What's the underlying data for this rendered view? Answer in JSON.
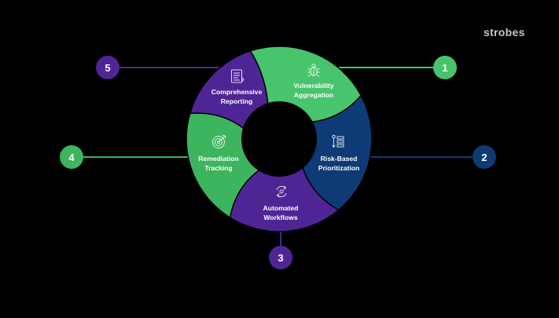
{
  "brand": {
    "logo_text": "strobes"
  },
  "colors": {
    "background": "#000000",
    "green": "#3db45e",
    "light_green": "#48c46d",
    "purple": "#4f2596",
    "navy": "#0e3a76"
  },
  "segments": [
    {
      "number": "1",
      "line1": "Vulnerability",
      "line2": "Aggregation",
      "icon": "bug-icon",
      "color": "#48c46d"
    },
    {
      "number": "2",
      "line1": "Risk-Based",
      "line2": "Prioritization",
      "icon": "priority-list-icon",
      "color": "#0e3a76"
    },
    {
      "number": "3",
      "line1": "Automated",
      "line2": "Workflows",
      "icon": "cycle-icon",
      "color": "#4f2596"
    },
    {
      "number": "4",
      "line1": "Remediation",
      "line2": "Tracking",
      "icon": "target-icon",
      "color": "#3db45e"
    },
    {
      "number": "5",
      "line1": "Comprehensive",
      "line2": "Reporting",
      "icon": "report-icon",
      "color": "#4f2596"
    }
  ]
}
